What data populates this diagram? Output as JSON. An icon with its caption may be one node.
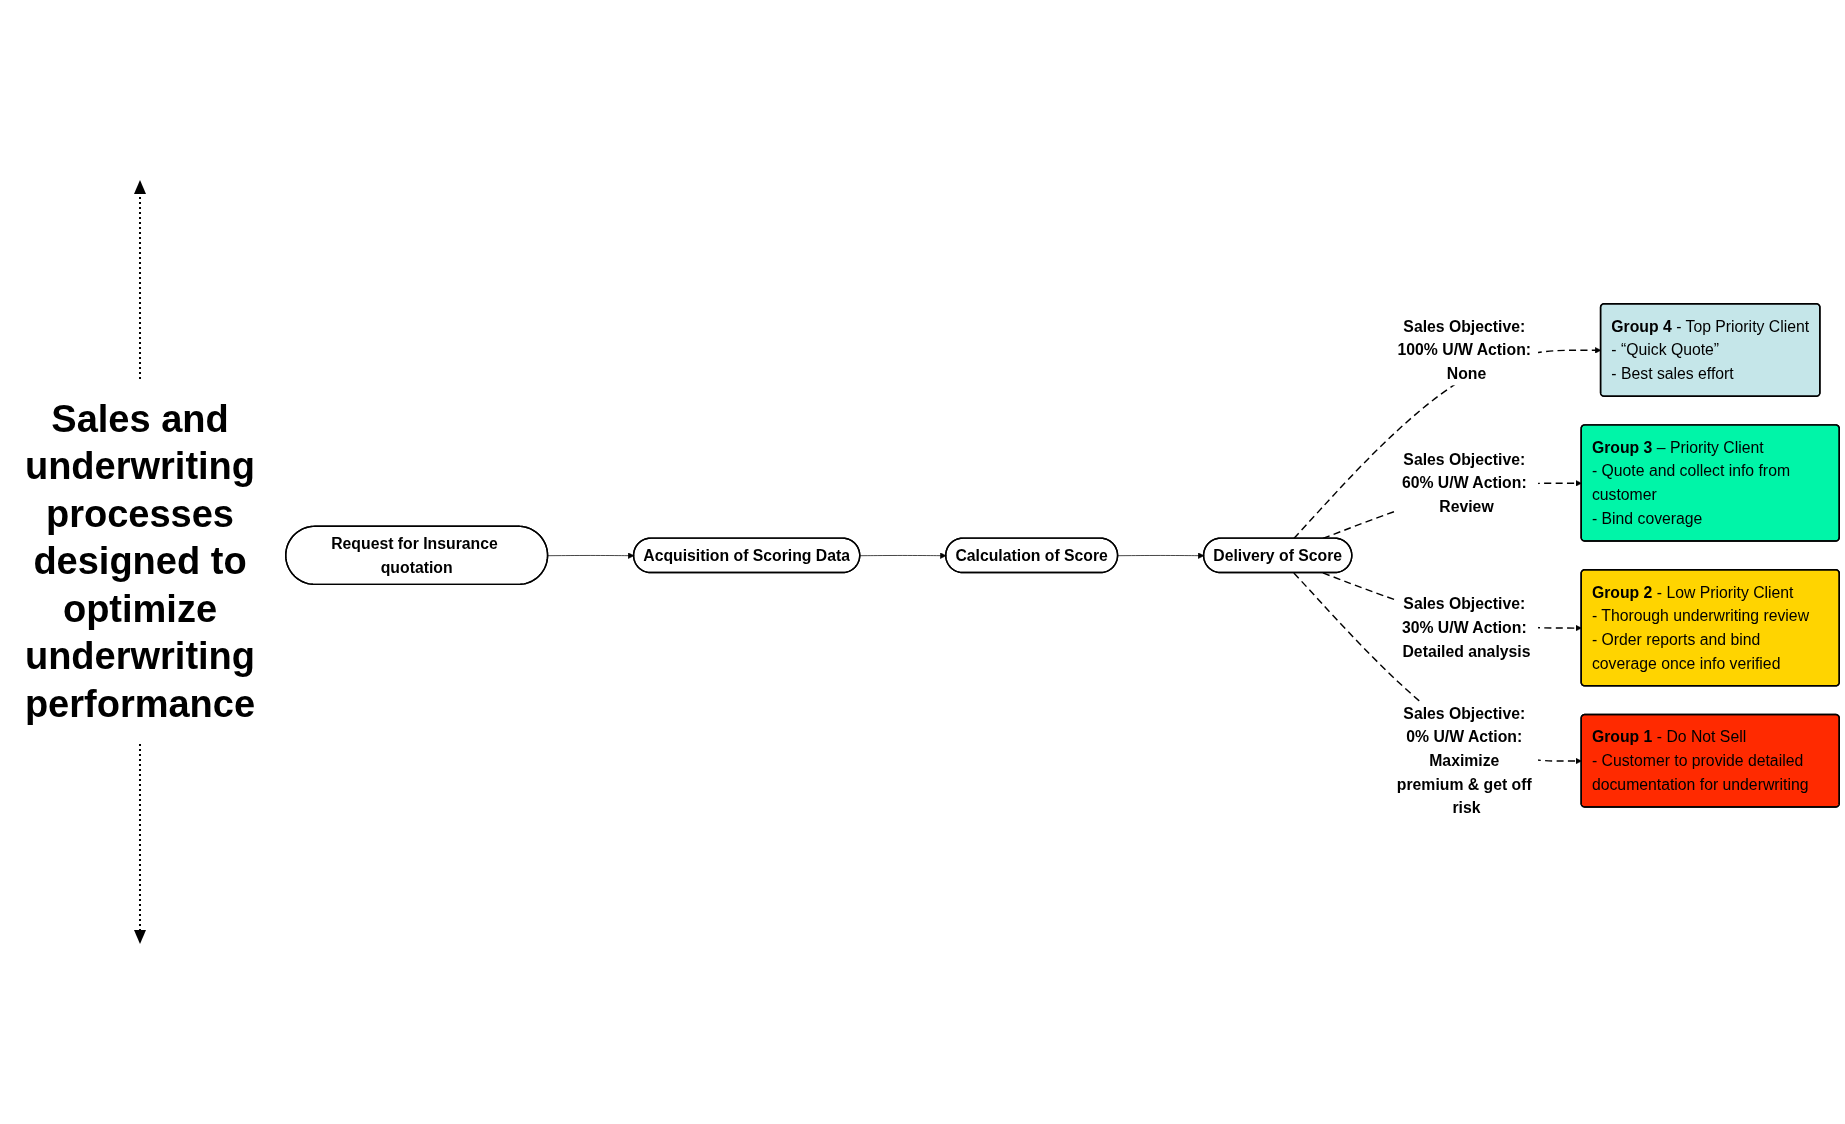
{
  "diagram": {
    "nodes": [
      {
        "text": [
          "Request for Insurance quotation"
        ]
      },
      {
        "text": [
          "Acquisition of Scoring Data"
        ]
      },
      {
        "text": [
          "Calculation of Score"
        ]
      },
      {
        "text": [
          "Delivery of Score"
        ]
      },
      {
        "text": [
          "**Group 4** - Top Priority Client",
          "- “Quick Quote”",
          "- Best sales effort"
        ]
      },
      {
        "text": [
          "**Group 3** – Priority Client",
          "- Quote and collect info from customer",
          "- Bind coverage"
        ]
      },
      {
        "text": [
          "**Group 2** - Low Priority Client",
          "- Thorough underwriting review",
          "- Order reports and bind coverage once info verified"
        ]
      },
      {
        "text": [
          "**Group 1** - Do Not Sell",
          "- Customer to provide detailed documentation for underwriting"
        ]
      }
    ],
    "edges": [
      {
        "from": 0,
        "to": 1,
        "arrow": "to"
      },
      {
        "from": 1,
        "to": 2,
        "arrow": "to"
      },
      {
        "from": 2,
        "to": 3,
        "arrow": "to"
      },
      {
        "from": 3,
        "to": 4,
        "arrow": "to",
        "style": "dashed",
        "label": "Sales Objective: 100% U/W Action: None"
      },
      {
        "from": 3,
        "to": 5,
        "arrow": "to",
        "style": "dashed",
        "label": "Sales Objective: 60% U/W Action: Review"
      },
      {
        "from": 3,
        "to": 6,
        "arrow": "to",
        "style": "dashed",
        "label": "Sales Objective: 30% U/W Action: Detailed analysis"
      },
      {
        "from": 3,
        "to": 7,
        "arrow": "to",
        "style": "dashed",
        "label": "Sales Objective: 0% U/W Action: Maximize premium & get off risk"
      }
    ],
    "labels": [
      "Sales and underwriting processes designed to optimize underwriting performance"
    ]
  }
}
